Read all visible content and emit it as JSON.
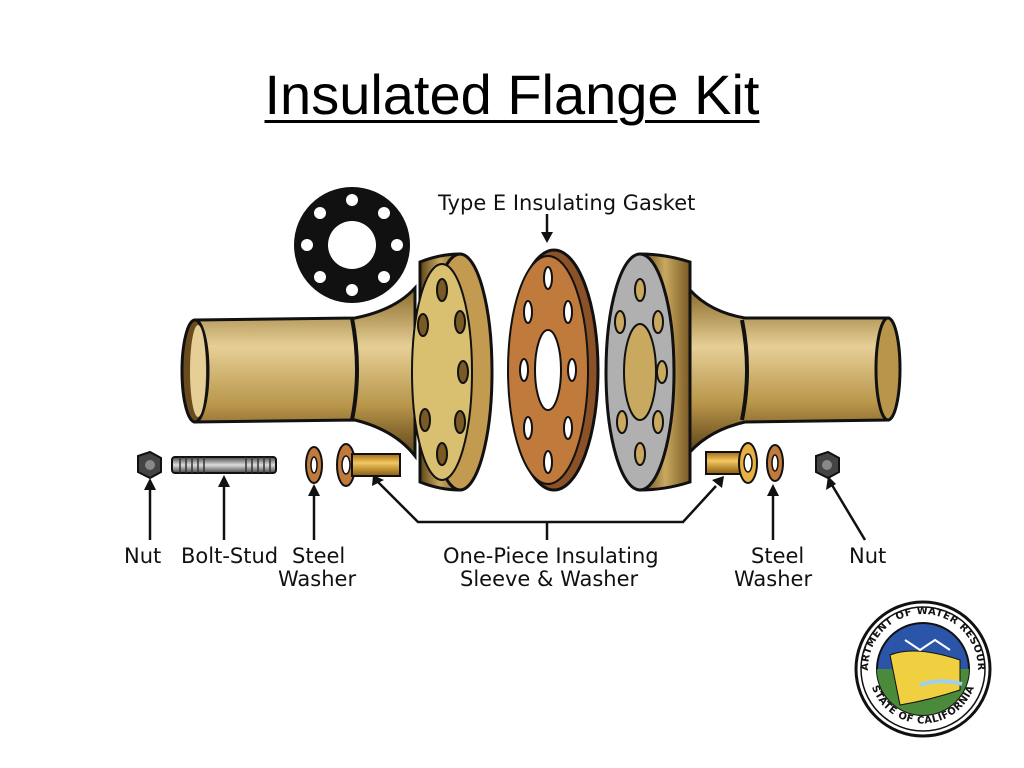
{
  "title": "Insulated Flange Kit",
  "labels": {
    "gasket": "Type E Insulating Gasket",
    "nut_left": "Nut",
    "bolt_stud": "Bolt-Stud",
    "steel_washer_left_line1": "Steel",
    "steel_washer_left_line2": "Washer",
    "sleeve_line1": "One-Piece Insulating",
    "sleeve_line2": "Sleeve & Washer",
    "steel_washer_right_line1": "Steel",
    "steel_washer_right_line2": "Washer",
    "nut_right": "Nut"
  },
  "seal": {
    "top_text": "DEPARTMENT OF WATER RESOURCES",
    "bottom_text": "STATE OF CALIFORNIA"
  },
  "colors": {
    "pipe": "#b8954a",
    "pipe_light": "#e6cf96",
    "gasket": "#c07a3c",
    "flange_face_left": "#d8c070",
    "flange_face_right": "#b0b0b0",
    "sleeve": "#e8b040",
    "gasket_ring": "#111111"
  }
}
